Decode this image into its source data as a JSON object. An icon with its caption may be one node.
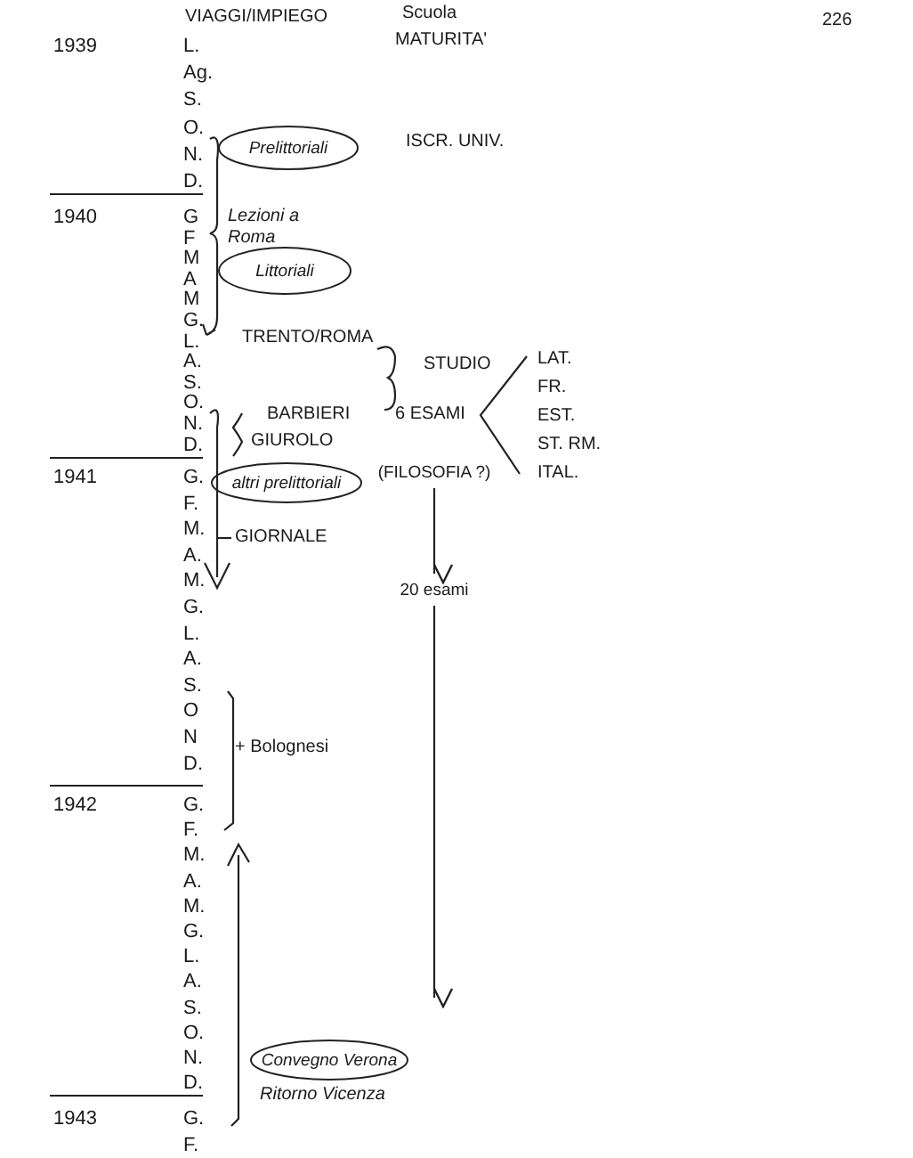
{
  "diagram": {
    "nodes": [
      {
        "text": [
          "Prelittoriali"
        ]
      },
      {
        "text": [
          "Littoriali"
        ]
      },
      {
        "text": [
          "altri prelittoriali"
        ]
      },
      {
        "text": [
          "Convegno Verona"
        ],
        "beside": [
          "Ritorno Vicenza"
        ]
      },
      {
        "text": [
          "(FILOSOFIA ?)"
        ]
      },
      {
        "text": [
          "20 esami"
        ]
      }
    ],
    "edges": [
      {
        "from": 4,
        "to": 5,
        "arrow": "to"
      },
      {
        "from": 5,
        "to": null,
        "arrow": "to"
      }
    ],
    "labels": [
      "226",
      "VIAGGI/IMPIEGO",
      "Scuola",
      "MATURITA'",
      "1939",
      "L.",
      "Ag.",
      "S.",
      "O.",
      "N.",
      "D.",
      "1940",
      "G",
      "F",
      "M",
      "A",
      "M",
      "G.",
      "L.",
      "A.",
      "S.",
      "O.",
      "N.",
      "D.",
      "1941",
      "G.",
      "F.",
      "M.",
      "A.",
      "M.",
      "G.",
      "L.",
      "A.",
      "S.",
      "O",
      "N",
      "D.",
      "1942",
      "G.",
      "F.",
      "M.",
      "A.",
      "M.",
      "G.",
      "L.",
      "A.",
      "S.",
      "O.",
      "N.",
      "D.",
      "1943",
      "G.",
      "F.",
      "ISCR. UNIV.",
      "Lezioni a Roma",
      "TRENTO/ROMA",
      "STUDIO",
      "LAT.",
      "FR.",
      "EST.",
      "BARBIERI",
      "6 ESAMI",
      "ST. RM.",
      "GIUROLO",
      "ITAL.",
      "GIORNALE",
      "+ Bolognesi"
    ]
  }
}
